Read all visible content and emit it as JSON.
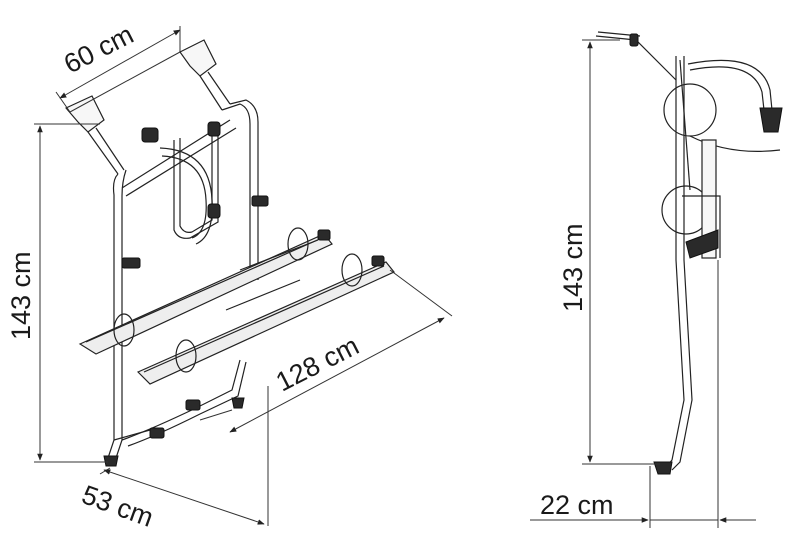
{
  "dimensions": {
    "width_top": "60 cm",
    "height_left": "143 cm",
    "length_rail": "128 cm",
    "depth_bottom": "53 cm",
    "height_side": "143 cm",
    "offset_side": "22 cm"
  }
}
